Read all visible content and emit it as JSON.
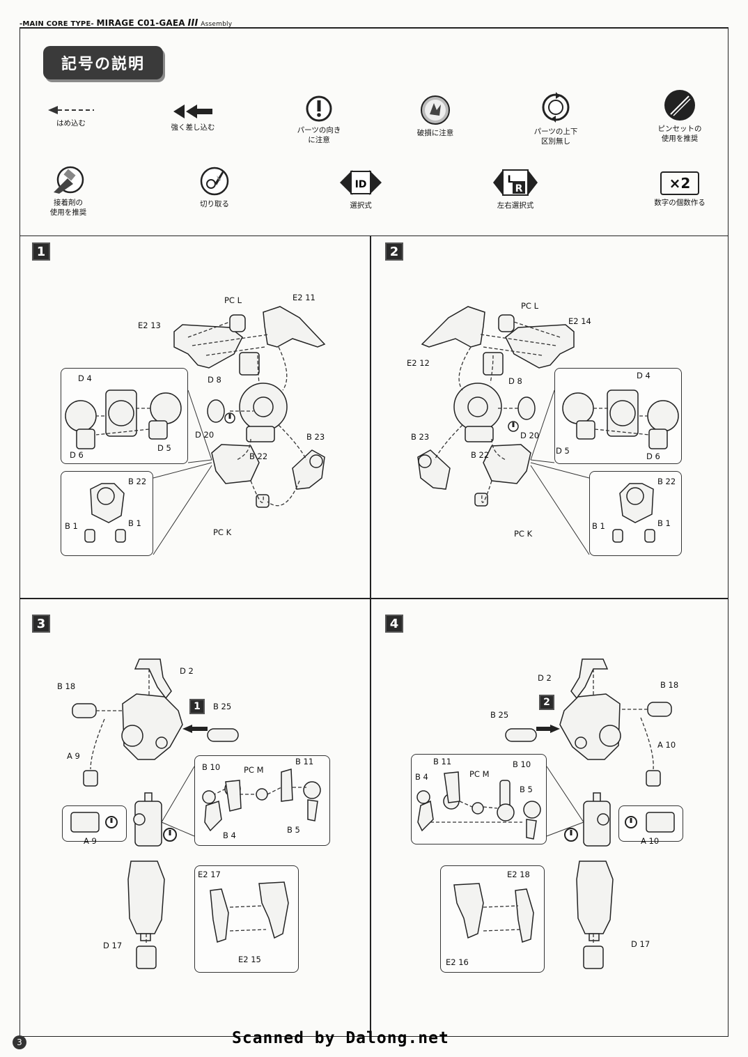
{
  "header": {
    "prefix": "-MAIN CORE TYPE-",
    "model": "MIRAGE C01-GAEA",
    "numeral": "III",
    "section": "Assembly"
  },
  "legend": {
    "title": "記号の説明",
    "symbols": [
      {
        "icon": "dashed-arrow-icon",
        "label": "はめ込む"
      },
      {
        "icon": "double-arrow-icon",
        "label": "強く差し込む"
      },
      {
        "icon": "exclamation-icon",
        "label": "パーツの向き\nに注意"
      },
      {
        "icon": "breakage-icon",
        "label": "破損に注意"
      },
      {
        "icon": "rotate-icon",
        "label": "パーツの上下\n区別無し"
      },
      {
        "icon": "tweezers-icon",
        "label": "ピンセットの\n使用を推奨"
      },
      {
        "icon": "glue-icon",
        "label": "接着剤の\n使用を推奨"
      },
      {
        "icon": "cut-icon",
        "label": "切り取る"
      },
      {
        "icon": "choice-icon",
        "label": "選択式"
      },
      {
        "icon": "left-right-icon",
        "label": "左右選択式"
      },
      {
        "icon": "times-two-icon",
        "label": "数字の個数作る"
      }
    ],
    "choice_glyph": "ID",
    "lr_left": "L",
    "lr_right": "R",
    "times_two": "×2"
  },
  "steps": [
    {
      "number": "1",
      "parts": [
        "PC L",
        "E2 11",
        "E2 13",
        "D 8",
        "D 4",
        "D 5",
        "D 6",
        "D 20",
        "B 23",
        "B 22",
        "B 22",
        "B 1",
        "B 1",
        "PC K"
      ]
    },
    {
      "number": "2",
      "parts": [
        "PC L",
        "E2 14",
        "E2 12",
        "D 8",
        "D 4",
        "D 5",
        "D 6",
        "D 20",
        "B 23",
        "B 22",
        "B 22",
        "B 1",
        "B 1",
        "PC K"
      ]
    },
    {
      "number": "3",
      "parts": [
        "B 18",
        "D 2",
        "B 25",
        "A 9",
        "A 9",
        "B 10",
        "PC M",
        "B 11",
        "B 4",
        "B 5",
        "E2 17",
        "E2 15",
        "D 17"
      ],
      "ref": "1"
    },
    {
      "number": "4",
      "parts": [
        "D 2",
        "B 18",
        "B 25",
        "A 10",
        "A 10",
        "B 11",
        "PC M",
        "B 10",
        "B 4",
        "B 5",
        "E2 18",
        "E2 16",
        "D 17"
      ],
      "ref": "2"
    }
  ],
  "footer": {
    "page_number": "3",
    "credit": "Scanned by Dalong.net"
  }
}
